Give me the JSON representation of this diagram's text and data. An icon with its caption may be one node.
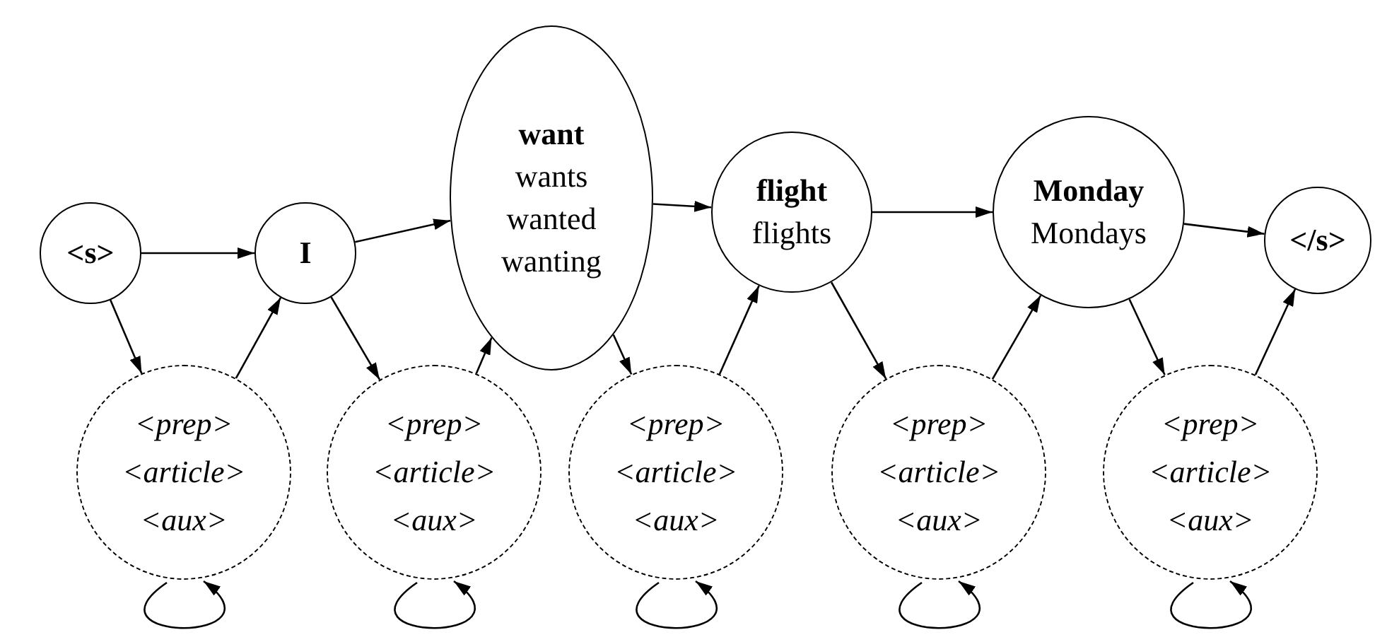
{
  "diagram": {
    "nodes": [
      {
        "text": [
          "<s>"
        ]
      },
      {
        "text": [
          "I"
        ]
      },
      {
        "text": [
          "want",
          "wants",
          "wanted",
          "wanting"
        ]
      },
      {
        "text": [
          "flight",
          "flights"
        ]
      },
      {
        "text": [
          "Monday",
          "Mondays"
        ]
      },
      {
        "text": [
          "</s>"
        ]
      },
      {
        "text": [
          "<prep>",
          "<article>",
          "<aux>"
        ]
      },
      {
        "text": [
          "<prep>",
          "<article>",
          "<aux>"
        ]
      },
      {
        "text": [
          "<prep>",
          "<article>",
          "<aux>"
        ]
      },
      {
        "text": [
          "<prep>",
          "<article>",
          "<aux>"
        ]
      },
      {
        "text": [
          "<prep>",
          "<article>",
          "<aux>"
        ]
      }
    ],
    "edges": [
      {
        "from": 0,
        "to": 1,
        "arrow": "to"
      },
      {
        "from": 1,
        "to": 2,
        "arrow": "to"
      },
      {
        "from": 2,
        "to": 3,
        "arrow": "to"
      },
      {
        "from": 3,
        "to": 4,
        "arrow": "to"
      },
      {
        "from": 4,
        "to": 5,
        "arrow": "to"
      },
      {
        "from": 0,
        "to": 6,
        "arrow": "to"
      },
      {
        "from": 6,
        "to": 1,
        "arrow": "to"
      },
      {
        "from": 1,
        "to": 7,
        "arrow": "to"
      },
      {
        "from": 7,
        "to": 2,
        "arrow": "to"
      },
      {
        "from": 2,
        "to": 8,
        "arrow": "to"
      },
      {
        "from": 8,
        "to": 3,
        "arrow": "to"
      },
      {
        "from": 3,
        "to": 9,
        "arrow": "to"
      },
      {
        "from": 9,
        "to": 4,
        "arrow": "to"
      },
      {
        "from": 4,
        "to": 10,
        "arrow": "to"
      },
      {
        "from": 10,
        "to": 5,
        "arrow": "to"
      },
      {
        "from": 6,
        "to": 6,
        "arrow": "to"
      },
      {
        "from": 7,
        "to": 7,
        "arrow": "to"
      },
      {
        "from": 8,
        "to": 8,
        "arrow": "to"
      },
      {
        "from": 9,
        "to": 9,
        "arrow": "to"
      },
      {
        "from": 10,
        "to": 10,
        "arrow": "to"
      }
    ]
  }
}
